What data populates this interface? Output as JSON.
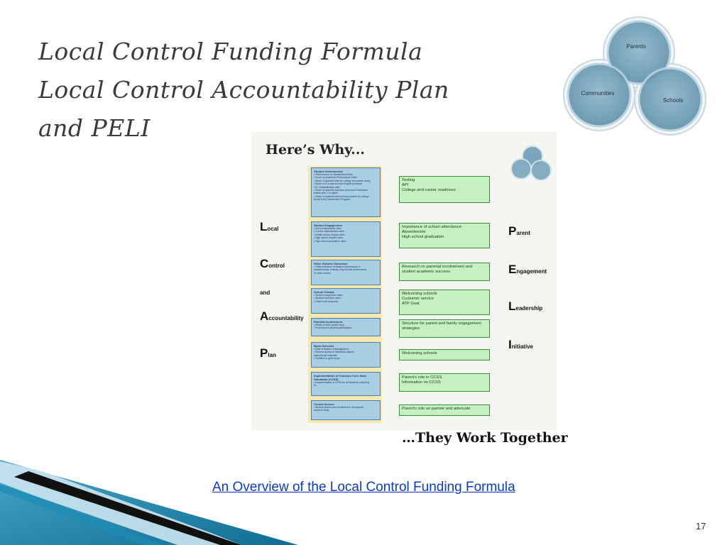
{
  "slide": {
    "title_lines": [
      "Local Control Funding Formula",
      "Local Control Accountability Plan",
      "and PELI"
    ],
    "page_number": "17"
  },
  "venn": {
    "top": "Parents",
    "left": "Communities",
    "right": "Schools"
  },
  "figure": {
    "title": "Here’s Why...",
    "lcap_acronym": [
      {
        "big": "L",
        "small": "ocal"
      },
      {
        "big": "C",
        "small": "ontrol"
      },
      {
        "big": "",
        "small": "and"
      },
      {
        "big": "A",
        "small": "ccountability"
      },
      {
        "big": "P",
        "small": "lan"
      }
    ],
    "peli_acronym": [
      {
        "big": "P",
        "small": "arent"
      },
      {
        "big": "E",
        "small": "ngagement"
      },
      {
        "big": "L",
        "small": "eadership"
      },
      {
        "big": "I",
        "small": "nitiative"
      }
    ],
    "priorities": [
      {
        "title": "Student Achievement",
        "lines": [
          "• Performance on standardized tests.",
          "• Score on Academic Performance Index.",
          "• Share of students that are college and career ready.",
          "• Share of ELs that become English proficient.",
          "• EL reclassification rate.",
          "• Share of students that pass Advanced Placement",
          "  exams with 3 or higher.",
          "• Share of students determined prepared for college",
          "  by the Early Assessment Program."
        ]
      },
      {
        "title": "Student Engagement",
        "lines": [
          "• School attendance rates.",
          "• Chronic absenteeism rates.",
          "• Middle school dropout rates.",
          "• High school dropout rates.",
          "• High school graduation rates."
        ]
      },
      {
        "title": "Other Student Outcomes",
        "lines": [
          "• Other indicators of student performance in",
          "  required areas of study. May include performance",
          "  on other exams."
        ]
      },
      {
        "title": "School Climate",
        "lines": [
          "• Student suspension rates.",
          "• Student expulsion rates.",
          "• Other local measures."
        ]
      },
      {
        "title": "Parental Involvement",
        "lines": [
          "• Efforts to seek parent input.",
          "• Promotion of parental participation."
        ]
      },
      {
        "title": "Basic Services",
        "lines": [
          "• Rate of teacher misassignment.",
          "• Student access to standards-aligned",
          "  instructional materials.",
          "• Facilities in good repair."
        ]
      },
      {
        "title": "Implementation of Common Core State Standards (CCSS)",
        "lines": [
          "• Implementation of CCSS for all students, including",
          "  EL."
        ]
      },
      {
        "title": "Course Access",
        "lines": [
          "• Student access and enrollment in all required",
          "  areas of study."
        ]
      }
    ],
    "connections": [
      [
        "Testing",
        "API",
        "College and career readiness"
      ],
      [
        "Importance of school attendance",
        "Absenteeism",
        "High school graduation"
      ],
      [
        "Research on parental involvement and",
        "student academic success"
      ],
      [
        "Welcoming schools",
        "Customer service",
        "ATP Goal"
      ],
      [
        "Structure for parent and family engagement",
        "strategies"
      ],
      [
        "Welcoming schools"
      ],
      [
        "Parent's role in CCSS",
        "Information on CCSS"
      ],
      [
        "Parent's role as partner and advocate"
      ]
    ]
  },
  "caption": "…They Work Together",
  "link_text": "An Overview of the Local Control Funding Formula",
  "colors": {
    "link": "#0a3cc4",
    "venn_fill": "#7aa6bd",
    "decor_blue": "#1a7fa6"
  }
}
